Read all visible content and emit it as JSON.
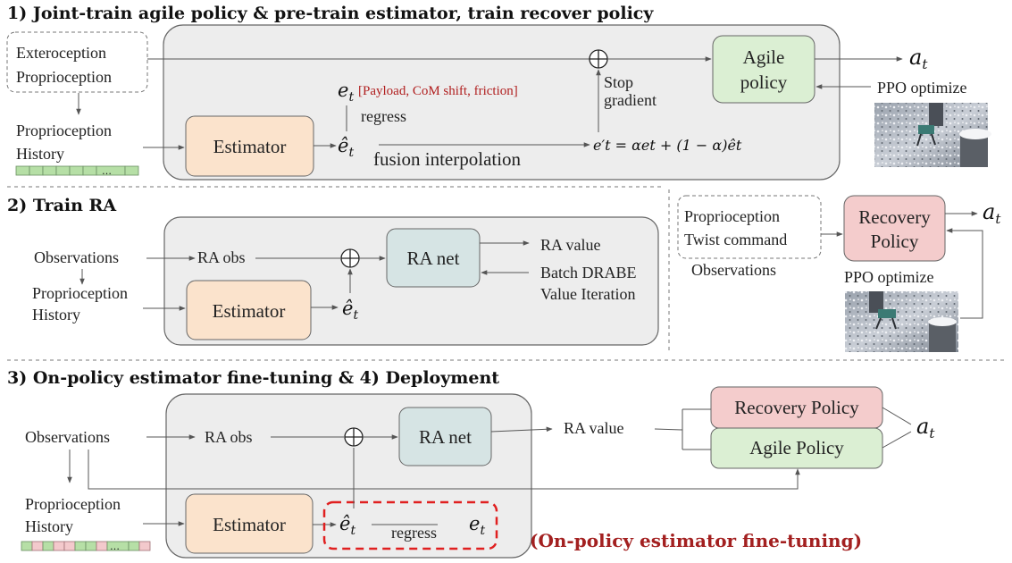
{
  "colors": {
    "panel": "#ededed",
    "estimator": "#fbe3cc",
    "agile": "#dbefd3",
    "recovery": "#f4cccc",
    "ra_net": "#d6e4e4",
    "red_text": "#b01e1e",
    "history_green": "#b6dfa6",
    "history_pink": "#f3c9cc"
  },
  "section1": {
    "title": "1) Joint-train agile policy & pre-train estimator, train recover policy",
    "exteroception": "Exteroception",
    "proprioception": "Proprioception",
    "history_line1": "Proprioception",
    "history_line2": "History",
    "estimator": "Estimator",
    "e_hat": "ê",
    "e_true": "e",
    "sub_t": "t",
    "privileged": "[Payload, CoM shift, friction]",
    "regress": "regress",
    "fusion": "fusion interpolation",
    "stop_line1": "Stop",
    "stop_line2": "gradient",
    "fusion_formula": "e′t = αet + (1 − α)êt",
    "agile_line1": "Agile",
    "agile_line2": "policy",
    "action": "a",
    "ppo": "PPO optimize"
  },
  "section2": {
    "title": "2) Train RA",
    "observations": "Observations",
    "history_line1": "Proprioception",
    "history_line2": "History",
    "ra_obs": "RA obs",
    "estimator": "Estimator",
    "e_hat": "ê",
    "sub_t": "t",
    "ra_net": "RA net",
    "ra_value": "RA value",
    "drabe_line1": "Batch DRABE",
    "drabe_line2": "Value Iteration",
    "obs_line1": "Proprioception",
    "obs_line2": "Twist command",
    "obs_label": "Observations",
    "recovery_line1": "Recovery",
    "recovery_line2": "Policy",
    "action": "a",
    "ppo": "PPO optimize"
  },
  "section3": {
    "title": "3) On-policy estimator fine-tuning & 4) Deployment",
    "observations": "Observations",
    "history_line1": "Proprioception",
    "history_line2": "History",
    "ra_obs": "RA obs",
    "ra_net": "RA net",
    "ra_value": "RA value",
    "estimator": "Estimator",
    "e_hat": "ê",
    "e_true": "e",
    "sub_t": "t",
    "regress": "regress",
    "recovery_policy": "Recovery Policy",
    "agile_policy": "Agile Policy",
    "action": "a",
    "caption": "(On-policy estimator fine-tuning)"
  }
}
